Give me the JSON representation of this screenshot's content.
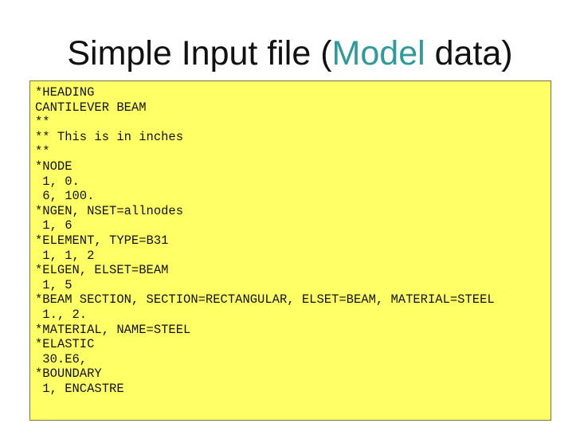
{
  "slide": {
    "title": {
      "prefix": "Simple Input file (",
      "highlight": "Model",
      "suffix": " data)",
      "highlight_color": "#2E9A9A",
      "text_color": "#111111"
    },
    "code_block": {
      "background_color": "#FFFF66",
      "border_color": "#75754B",
      "language": "abaqus-input-file",
      "lines": [
        "*HEADING",
        "CANTILEVER BEAM",
        "**",
        "** This is in inches",
        "**",
        "*NODE",
        " 1, 0.",
        " 6, 100.",
        "*NGEN, NSET=allnodes",
        " 1, 6",
        "*ELEMENT, TYPE=B31",
        " 1, 1, 2",
        "*ELGEN, ELSET=BEAM",
        " 1, 5",
        "*BEAM SECTION, SECTION=RECTANGULAR, ELSET=BEAM, MATERIAL=STEEL",
        " 1., 2.",
        "*MATERIAL, NAME=STEEL",
        "*ELASTIC",
        " 30.E6,",
        "*BOUNDARY",
        " 1, ENCASTRE"
      ]
    }
  }
}
